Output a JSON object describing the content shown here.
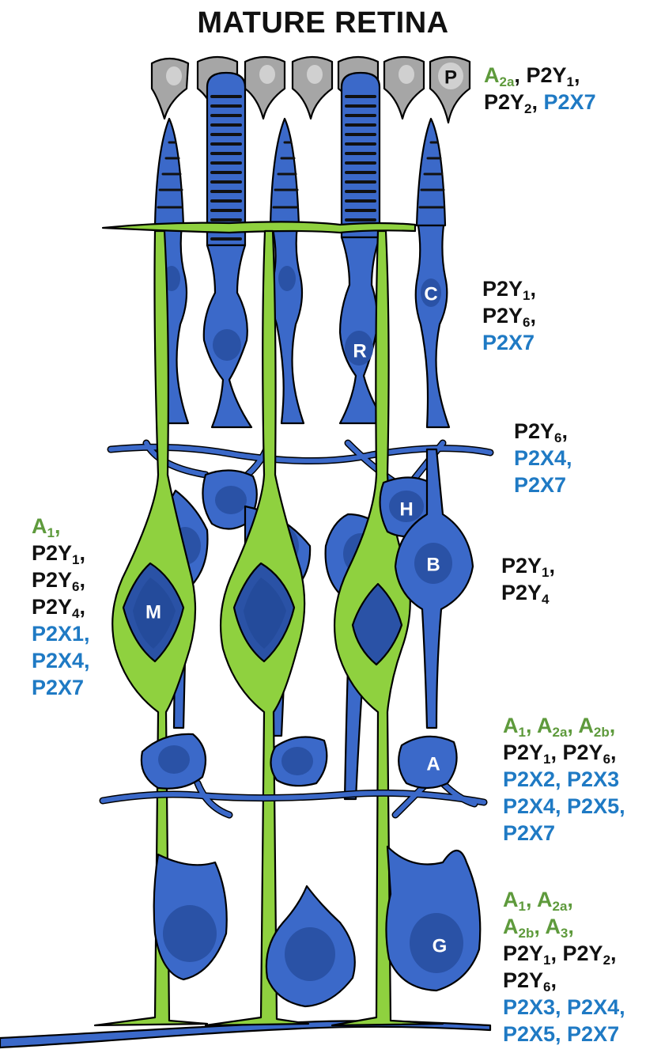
{
  "title": "MATURE RETINA",
  "colors": {
    "adenosine": "#5e9a3c",
    "p2y": "#111111",
    "p2x": "#1f7ac4",
    "neuron_fill": "#3b69c9",
    "neuron_nucleus": "#2a52a6",
    "muller_fill": "#8fd13f",
    "pigment_fill": "#a6a6a6"
  },
  "cell_labels": {
    "pigment": "P",
    "cone": "C",
    "rod": "R",
    "horizontal": "H",
    "bipolar": "B",
    "muller": "M",
    "amacrine": "A",
    "ganglion": "G"
  },
  "receptor_groups": [
    {
      "id": "rpe",
      "lines": [
        [
          {
            "t": "A",
            "s": "2a",
            "c": "adenosine"
          },
          {
            "t": ", ",
            "c": "p2y"
          },
          {
            "t": "P2Y",
            "s": "1",
            "c": "p2y"
          },
          {
            "t": ",",
            "c": "p2y"
          }
        ],
        [
          {
            "t": "P2Y",
            "s": "2",
            "c": "p2y"
          },
          {
            "t": ", ",
            "c": "p2y"
          },
          {
            "t": "P2X7",
            "c": "p2x"
          }
        ]
      ]
    },
    {
      "id": "photoreceptors",
      "lines": [
        [
          {
            "t": "P2Y",
            "s": "1",
            "c": "p2y"
          },
          {
            "t": ",",
            "c": "p2y"
          }
        ],
        [
          {
            "t": "P2Y",
            "s": "6",
            "c": "p2y"
          },
          {
            "t": ",",
            "c": "p2y"
          }
        ],
        [
          {
            "t": "P2X7",
            "c": "p2x"
          }
        ]
      ]
    },
    {
      "id": "horizontal",
      "lines": [
        [
          {
            "t": "P2Y",
            "s": "6",
            "c": "p2y"
          },
          {
            "t": ",",
            "c": "p2y"
          }
        ],
        [
          {
            "t": "P2X4,",
            "c": "p2x"
          }
        ],
        [
          {
            "t": "P2X7",
            "c": "p2x"
          }
        ]
      ]
    },
    {
      "id": "bipolar",
      "lines": [
        [
          {
            "t": "P2Y",
            "s": "1",
            "c": "p2y"
          },
          {
            "t": ",",
            "c": "p2y"
          }
        ],
        [
          {
            "t": "P2Y",
            "s": "4",
            "c": "p2y"
          }
        ]
      ]
    },
    {
      "id": "muller",
      "lines": [
        [
          {
            "t": "A",
            "s": "1",
            "c": "adenosine"
          },
          {
            "t": ",",
            "c": "adenosine"
          }
        ],
        [
          {
            "t": "P2Y",
            "s": "1",
            "c": "p2y"
          },
          {
            "t": ",",
            "c": "p2y"
          }
        ],
        [
          {
            "t": "P2Y",
            "s": "6",
            "c": "p2y"
          },
          {
            "t": ",",
            "c": "p2y"
          }
        ],
        [
          {
            "t": "P2Y",
            "s": "4",
            "c": "p2y"
          },
          {
            "t": ",",
            "c": "p2y"
          }
        ],
        [
          {
            "t": "P2X1,",
            "c": "p2x"
          }
        ],
        [
          {
            "t": "P2X4,",
            "c": "p2x"
          }
        ],
        [
          {
            "t": "P2X7",
            "c": "p2x"
          }
        ]
      ]
    },
    {
      "id": "amacrine",
      "lines": [
        [
          {
            "t": "A",
            "s": "1",
            "c": "adenosine"
          },
          {
            "t": ", ",
            "c": "adenosine"
          },
          {
            "t": "A",
            "s": "2a",
            "c": "adenosine"
          },
          {
            "t": ", ",
            "c": "adenosine"
          },
          {
            "t": "A",
            "s": "2b",
            "c": "adenosine"
          },
          {
            "t": ",",
            "c": "adenosine"
          }
        ],
        [
          {
            "t": "P2Y",
            "s": "1",
            "c": "p2y"
          },
          {
            "t": ", ",
            "c": "p2y"
          },
          {
            "t": "P2Y",
            "s": "6",
            "c": "p2y"
          },
          {
            "t": ",",
            "c": "p2y"
          }
        ],
        [
          {
            "t": "P2X2, P2X3",
            "c": "p2x"
          }
        ],
        [
          {
            "t": "P2X4, P2X5,",
            "c": "p2x"
          }
        ],
        [
          {
            "t": "P2X7",
            "c": "p2x"
          }
        ]
      ]
    },
    {
      "id": "ganglion",
      "lines": [
        [
          {
            "t": "A",
            "s": "1",
            "c": "adenosine"
          },
          {
            "t": ", ",
            "c": "adenosine"
          },
          {
            "t": "A",
            "s": "2a",
            "c": "adenosine"
          },
          {
            "t": ",",
            "c": "adenosine"
          }
        ],
        [
          {
            "t": "A",
            "s": "2b",
            "c": "adenosine"
          },
          {
            "t": ", ",
            "c": "adenosine"
          },
          {
            "t": "A",
            "s": "3",
            "c": "adenosine"
          },
          {
            "t": ",",
            "c": "adenosine"
          }
        ],
        [
          {
            "t": "P2Y",
            "s": "1",
            "c": "p2y"
          },
          {
            "t": ", ",
            "c": "p2y"
          },
          {
            "t": "P2Y",
            "s": "2",
            "c": "p2y"
          },
          {
            "t": ",",
            "c": "p2y"
          }
        ],
        [
          {
            "t": "P2Y",
            "s": "6",
            "c": "p2y"
          },
          {
            "t": ",",
            "c": "p2y"
          }
        ],
        [
          {
            "t": "P2X3, P2X4,",
            "c": "p2x"
          }
        ],
        [
          {
            "t": "P2X5, P2X7",
            "c": "p2x"
          }
        ]
      ]
    }
  ]
}
